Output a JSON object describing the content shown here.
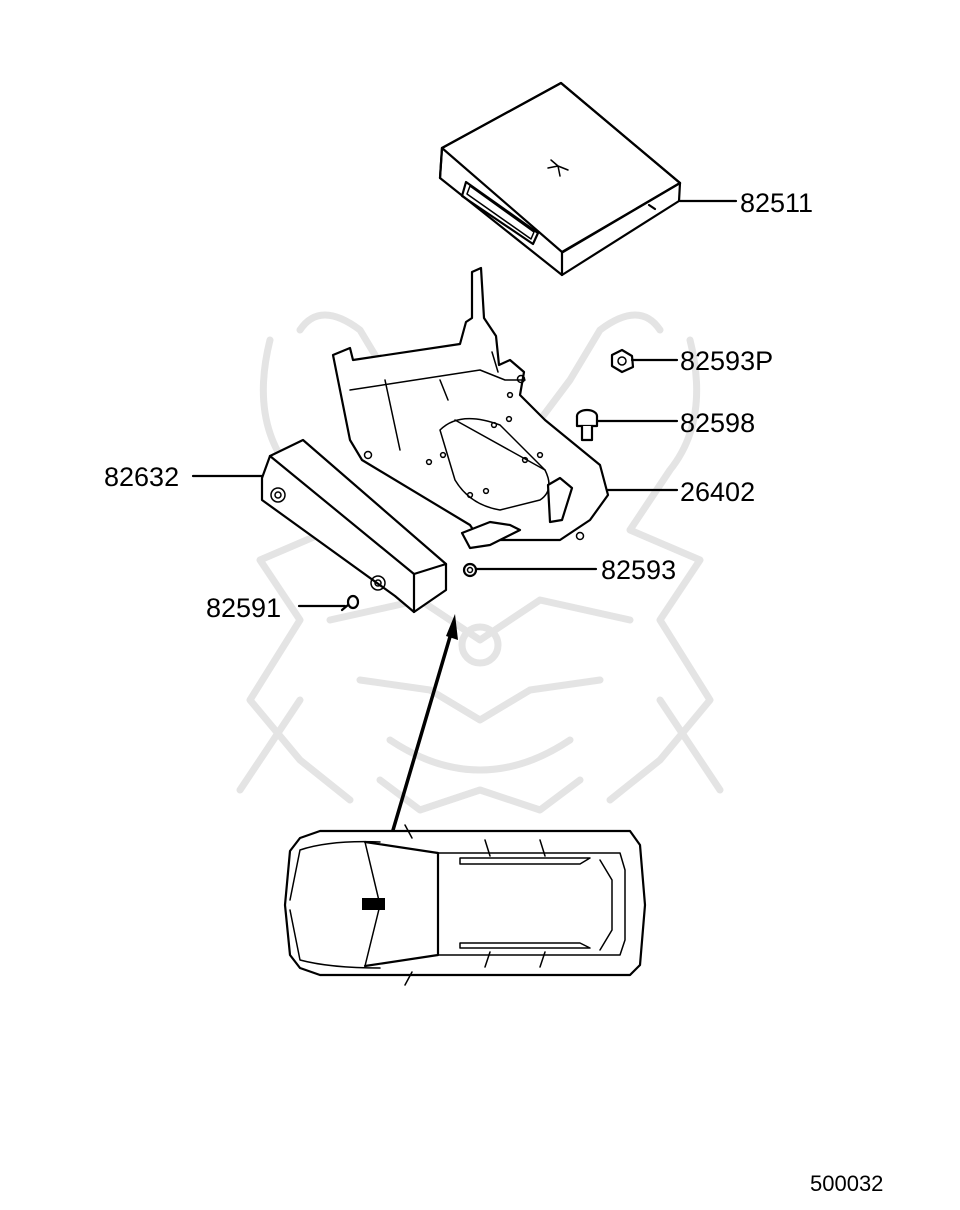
{
  "diagram_code": "500032",
  "callouts": [
    {
      "id": "ecu-module",
      "part_number": "82511"
    },
    {
      "id": "nut-top",
      "part_number": "82593P"
    },
    {
      "id": "bolt",
      "part_number": "82598"
    },
    {
      "id": "bracket",
      "part_number": "26402"
    },
    {
      "id": "cover",
      "part_number": "82632"
    },
    {
      "id": "nut-lower",
      "part_number": "82593"
    },
    {
      "id": "clip",
      "part_number": "82591"
    }
  ],
  "colors": {
    "line": "#000000",
    "background": "#ffffff",
    "watermark": "#e4e4e4"
  }
}
